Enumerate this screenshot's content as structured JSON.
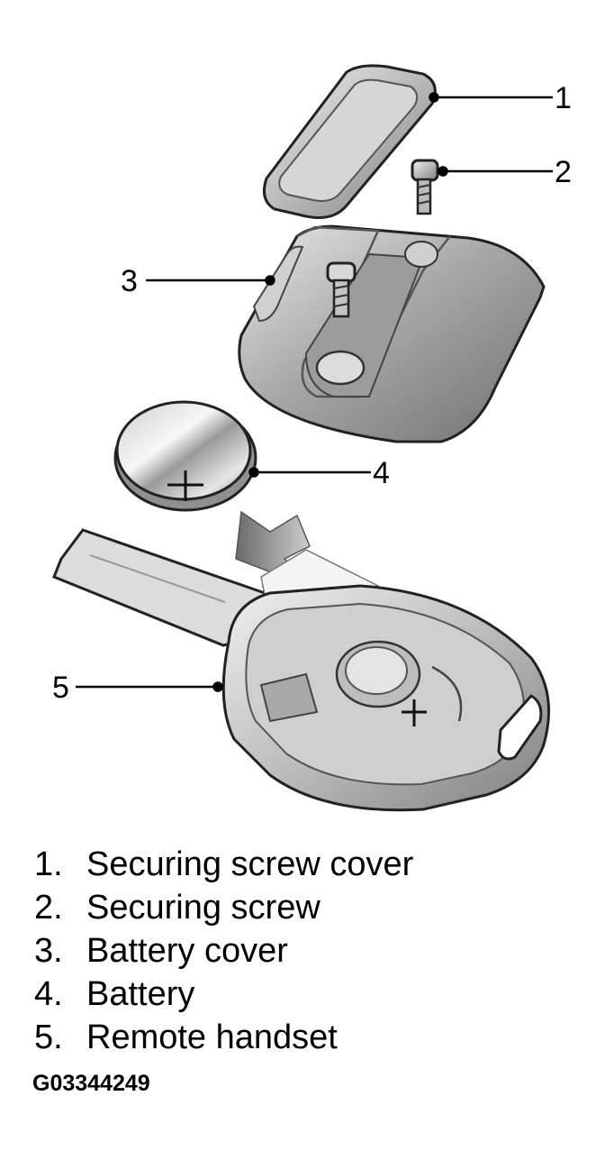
{
  "callouts": [
    {
      "number": "1"
    },
    {
      "number": "2"
    },
    {
      "number": "3"
    },
    {
      "number": "4"
    },
    {
      "number": "5"
    }
  ],
  "legend": [
    {
      "number": "1.",
      "label": "Securing screw cover"
    },
    {
      "number": "2.",
      "label": "Securing screw"
    },
    {
      "number": "3.",
      "label": "Battery cover"
    },
    {
      "number": "4.",
      "label": "Battery"
    },
    {
      "number": "5.",
      "label": "Remote handset"
    }
  ],
  "figure_code": "G03344249"
}
